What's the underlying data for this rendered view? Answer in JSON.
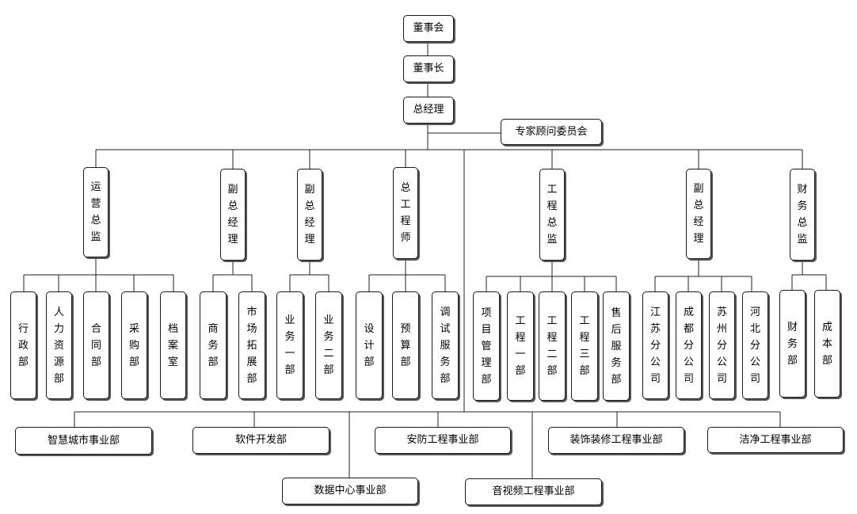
{
  "nodes": {
    "board": "董事会",
    "chairman": "董事长",
    "gm": "总经理",
    "expert": "专家顾问委员会",
    "ops_director": "运营总监",
    "vgm1": "副总经理",
    "vgm2": "副总经理",
    "chief_engineer": "总工程师",
    "eng_director": "工程总监",
    "vgm3": "副总经理",
    "cfo": "财务总监",
    "admin": "行政部",
    "hr": "人力资源部",
    "contract": "合同部",
    "purchase": "采购部",
    "archive": "档案室",
    "business": "商务部",
    "market": "市场拓展部",
    "biz1": "业务一部",
    "biz2": "业务二部",
    "design": "设计部",
    "budget": "预算部",
    "debug": "调试服务部",
    "pm": "项目管理部",
    "eng1": "工程一部",
    "eng2": "工程二部",
    "eng3": "工程三部",
    "aftersales": "售后服务部",
    "jiangsu": "江苏分公司",
    "chengdu": "成都分公司",
    "suzhou": "苏州分公司",
    "hebei": "河北分公司",
    "finance": "财务部",
    "cost": "成本部",
    "smartcity": "智慧城市事业部",
    "software": "软件开发部",
    "security": "安防工程事业部",
    "decoration": "装饰装修工程事业部",
    "cleaning": "洁净工程事业部",
    "datacenter": "数据中心事业部",
    "av": "音视频工程事业部"
  }
}
